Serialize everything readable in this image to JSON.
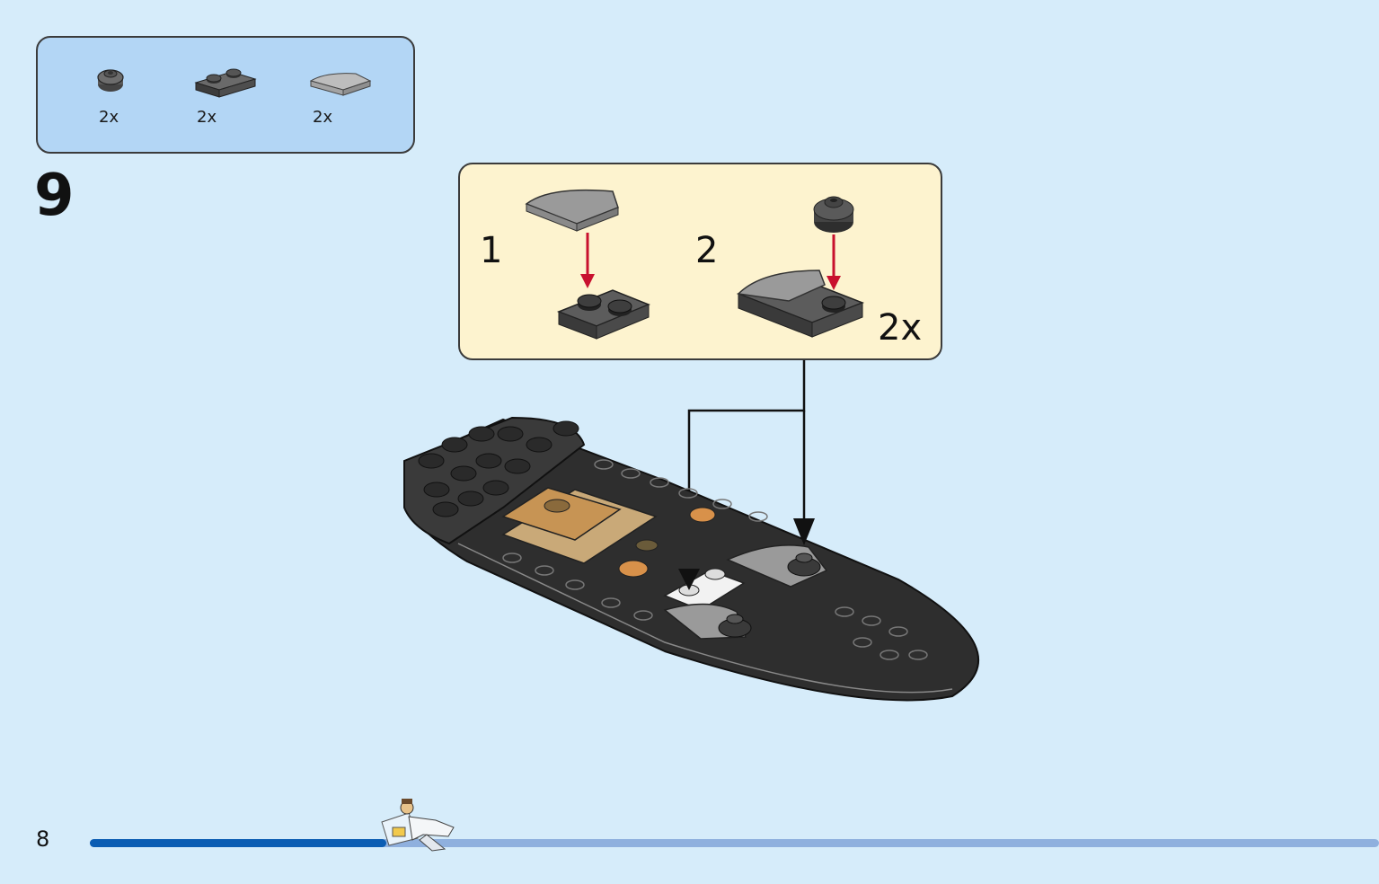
{
  "parts_list": {
    "items": [
      {
        "name": "round-plate-1x1-dark-gray",
        "qty": "2x"
      },
      {
        "name": "plate-1x2-dark-gray",
        "qty": "2x"
      },
      {
        "name": "curved-slope-1x2-light-gray",
        "qty": "2x"
      }
    ]
  },
  "step": {
    "number": "9"
  },
  "sub_assembly": {
    "step1_label": "1",
    "step2_label": "2",
    "multiplier": "2x"
  },
  "footer": {
    "page_number": "8",
    "progress": 0.23
  },
  "colors": {
    "background": "#d6ecfa",
    "parts_panel": "#b3d6f5",
    "sub_panel": "#fdf3cf",
    "arrow_red": "#c8102e",
    "progress_fill": "#0b5db3",
    "progress_track": "#8fb0de"
  }
}
